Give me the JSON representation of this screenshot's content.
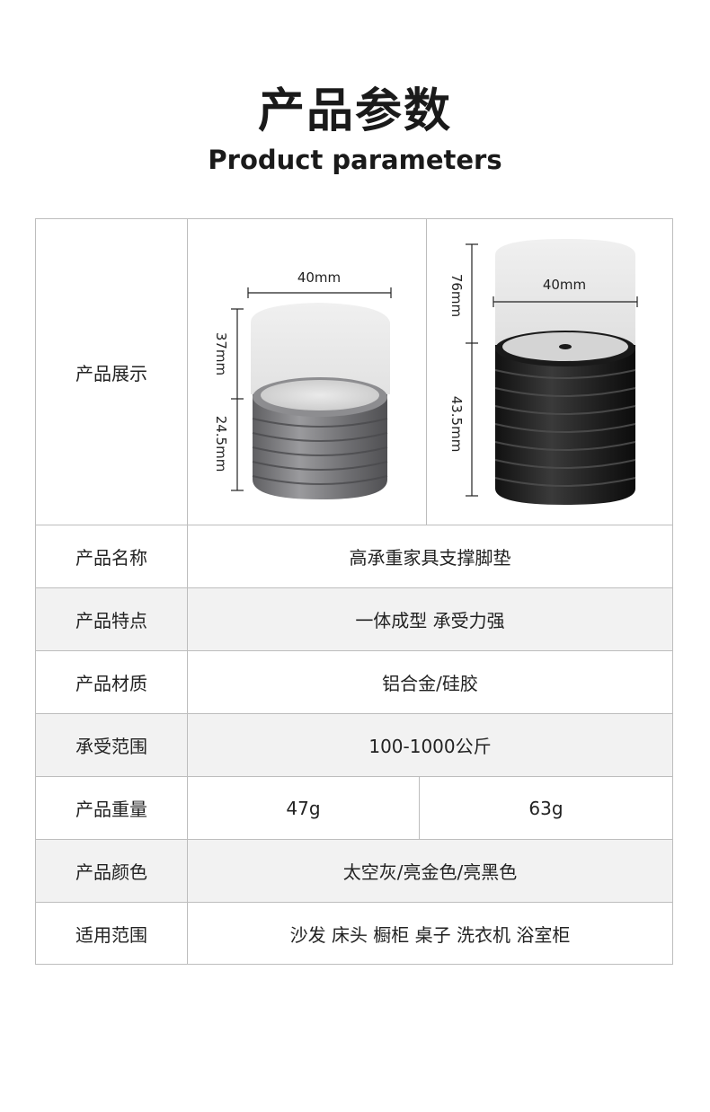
{
  "header": {
    "title_cn": "产品参数",
    "title_en": "Product parameters"
  },
  "display_row": {
    "label": "产品展示",
    "left_product": {
      "width_label": "40mm",
      "top_height_label": "37mm",
      "bottom_height_label": "24.5mm",
      "color": "#7b7b7d"
    },
    "right_product": {
      "width_label": "40mm",
      "top_height_label": "76mm",
      "bottom_height_label": "43.5mm",
      "color": "#1c1c1c"
    }
  },
  "rows": [
    {
      "label": "产品名称",
      "value": "高承重家具支撑脚垫"
    },
    {
      "label": "产品特点",
      "value": "一体成型 承受力强"
    },
    {
      "label": "产品材质",
      "value": "铝合金/硅胶"
    },
    {
      "label": "承受范围",
      "value": "100-1000公斤"
    },
    {
      "label": "产品重量",
      "value_left": "47g",
      "value_right": "63g"
    },
    {
      "label": "产品颜色",
      "value": "太空灰/亮金色/亮黑色"
    },
    {
      "label": "适用范围",
      "value": "沙发 床头 橱柜 桌子 洗衣机 浴室柜"
    }
  ]
}
